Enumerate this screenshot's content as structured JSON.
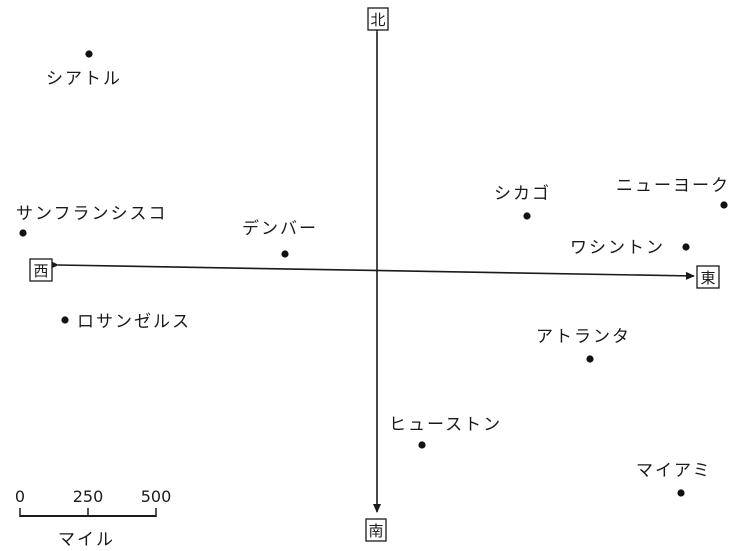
{
  "directions": {
    "north": "北",
    "south": "南",
    "east": "東",
    "west": "西"
  },
  "cities": [
    {
      "key": "seattle",
      "label": "シアトル"
    },
    {
      "key": "san-francisco",
      "label": "サンフランシスコ"
    },
    {
      "key": "los-angeles",
      "label": "ロサンゼルス"
    },
    {
      "key": "denver",
      "label": "デンバー"
    },
    {
      "key": "chicago",
      "label": "シカゴ"
    },
    {
      "key": "new-york",
      "label": "ニューヨーク"
    },
    {
      "key": "washington",
      "label": "ワシントン"
    },
    {
      "key": "atlanta",
      "label": "アトランタ"
    },
    {
      "key": "houston",
      "label": "ヒューストン"
    },
    {
      "key": "miami",
      "label": "マイアミ"
    }
  ],
  "scale": {
    "ticks": [
      "0",
      "250",
      "500"
    ],
    "unit": "マイル"
  }
}
